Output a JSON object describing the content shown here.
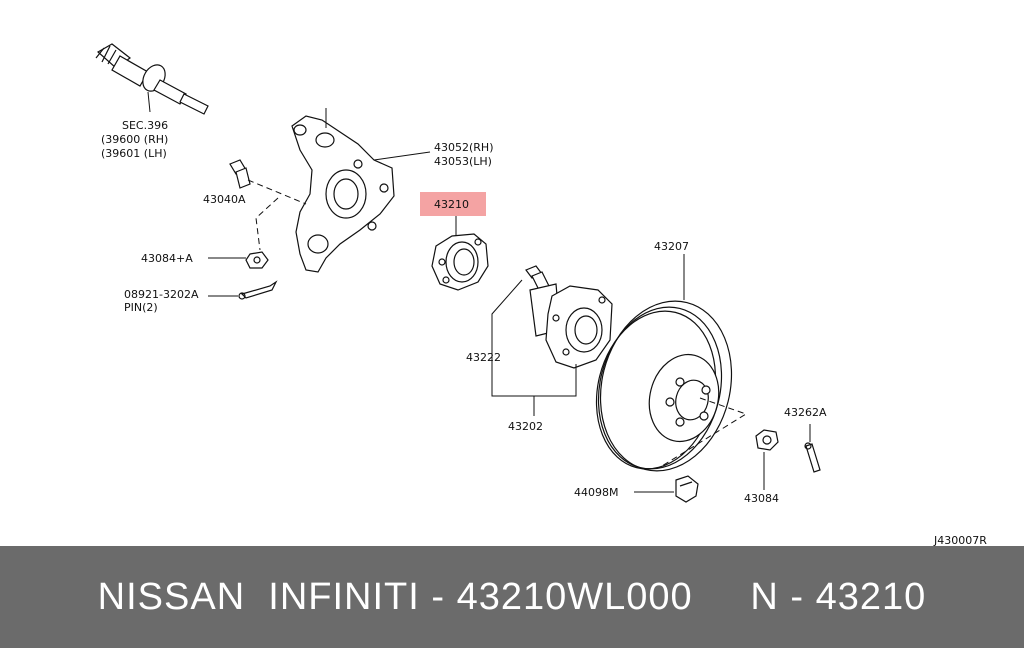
{
  "labels": {
    "sec_line1": "SEC.396",
    "sec_line2": "(39600 (RH)",
    "sec_line3": "(39601 (LH)",
    "knuckle_rh": "43052(RH)",
    "knuckle_lh": "43053(LH)",
    "bolt": "43040A",
    "highlight": "43210",
    "nut_a": "43084+A",
    "pin_part": "08921-3202A",
    "pin_qty": "PIN(2)",
    "disc": "43207",
    "hub": "43222",
    "hub_assy": "43202",
    "cotter": "43262A",
    "bolt_m": "44098M",
    "nut": "43084",
    "diagram_code": "J430007R"
  },
  "colors": {
    "highlight_box": "#f4a3a3",
    "footer_bg": "#6b6b6b",
    "footer_text": "#ffffff"
  },
  "footer": {
    "text": "NISSAN  INFINITI - 43210WL000     N - 43210"
  }
}
